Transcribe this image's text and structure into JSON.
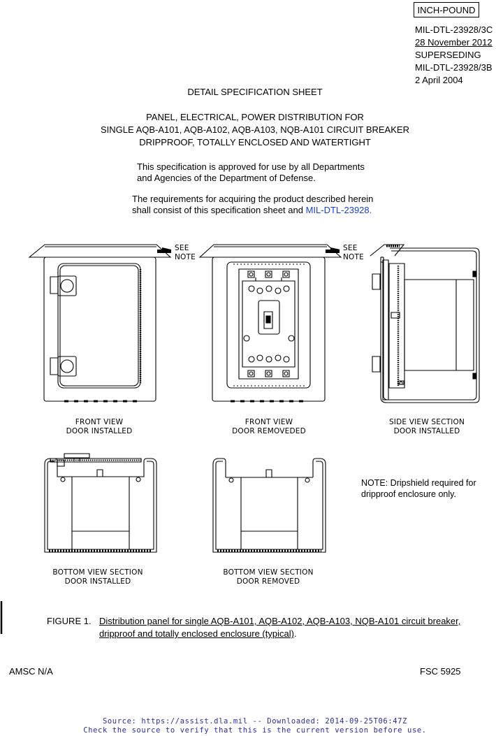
{
  "header": {
    "badge": "INCH-POUND",
    "doc_number": "MIL-DTL-23928/3C",
    "doc_date": "28 November 2012",
    "superseding_label": "SUPERSEDING",
    "superseded_number": "MIL-DTL-23928/3B",
    "superseded_date": "2 April 2004"
  },
  "title": {
    "sheet_type": "DETAIL SPECIFICATION SHEET",
    "line1": "PANEL, ELECTRICAL, POWER DISTRIBUTION FOR",
    "line2": "SINGLE AQB-A101, AQB-A102, AQB-A103, NQB-A101 CIRCUIT BREAKER",
    "line3": "DRIPPROOF, TOTALLY ENCLOSED AND WATERTIGHT"
  },
  "approval": {
    "line1": "This specification is approved for use by all Departments",
    "line2": "and Agencies of the Department of Defense."
  },
  "requirements": {
    "line1": "The requirements for acquiring the product described herein",
    "line2_prefix": "shall consist of this specification sheet and",
    "link": "MIL-DTL-23928."
  },
  "drawing": {
    "see_note_1": "SEE",
    "see_note_2": "NOTE",
    "views": [
      {
        "line1": "FRONT VIEW",
        "line2": "DOOR INSTALLED"
      },
      {
        "line1": "FRONT VIEW",
        "line2": "DOOR REMOVEDED"
      },
      {
        "line1": "SIDE VIEW SECTION",
        "line2": "DOOR INSTALLED"
      },
      {
        "line1": "BOTTOM VIEW SECTION",
        "line2": "DOOR INSTALLED"
      },
      {
        "line1": "BOTTOM VIEW SECTION",
        "line2": "DOOR REMOVED"
      }
    ],
    "note_line1": "NOTE:  Dripshield required for",
    "note_line2": "dripproof enclosure only."
  },
  "figure": {
    "label": "FIGURE 1.",
    "caption_line1": "Distribution panel for single AQB-A101, AQB-A102, AQB-A103, NQB-A101 circuit breaker,",
    "caption_line2": "dripproof and totally enclosed enclosure (typical)",
    "caption_end": "."
  },
  "footer": {
    "amsc": "AMSC N/A",
    "fsc": "FSC 5925",
    "source_line1": "Source: https://assist.dla.mil -- Downloaded: 2014-09-25T06:47Z",
    "source_line2": "Check the source to verify that this is the current version before use."
  }
}
